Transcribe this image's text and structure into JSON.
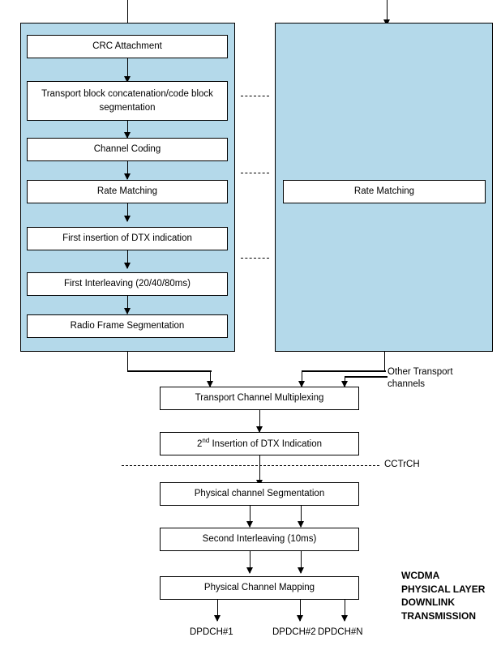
{
  "diagram": {
    "title_block": [
      "WCDMA",
      "PHYSICAL LAYER",
      "DOWNLINK",
      "TRANSMISSION"
    ],
    "colors": {
      "transport_channel_fill": "#b4d9ea",
      "box_fill": "#ffffff",
      "stroke": "#000000"
    },
    "left_column": {
      "name": "Transport channel processing chain 1",
      "steps": [
        {
          "label": "CRC Attachment"
        },
        {
          "label": "Transport block concatenation/code block segmentation"
        },
        {
          "label": "Channel Coding"
        },
        {
          "label": "Rate Matching"
        },
        {
          "label": "First insertion of DTX indication"
        },
        {
          "label": "First Interleaving (20/40/80ms)"
        },
        {
          "label": "Radio Frame Segmentation"
        }
      ]
    },
    "right_column": {
      "name": "Transport channel processing chain 2",
      "steps": [
        {
          "label": "Rate Matching"
        }
      ]
    },
    "common_chain": [
      {
        "label": "Transport Channel Multiplexing"
      },
      {
        "label": "2nd Insertion of DTX Indication",
        "prefix": "2",
        "superscript": "nd",
        "suffix": " Insertion of DTX Indication"
      },
      {
        "label": "Physical channel Segmentation"
      },
      {
        "label": "Second Interleaving (10ms)"
      },
      {
        "label": "Physical Channel Mapping"
      }
    ],
    "annotations": {
      "other_transport_channels": "Other Transport channels",
      "cctrch": "CCTrCH"
    },
    "outputs": [
      {
        "label": "DPDCH#1"
      },
      {
        "label": "DPDCH#2"
      },
      {
        "label": "DPDCH#N"
      }
    ]
  }
}
